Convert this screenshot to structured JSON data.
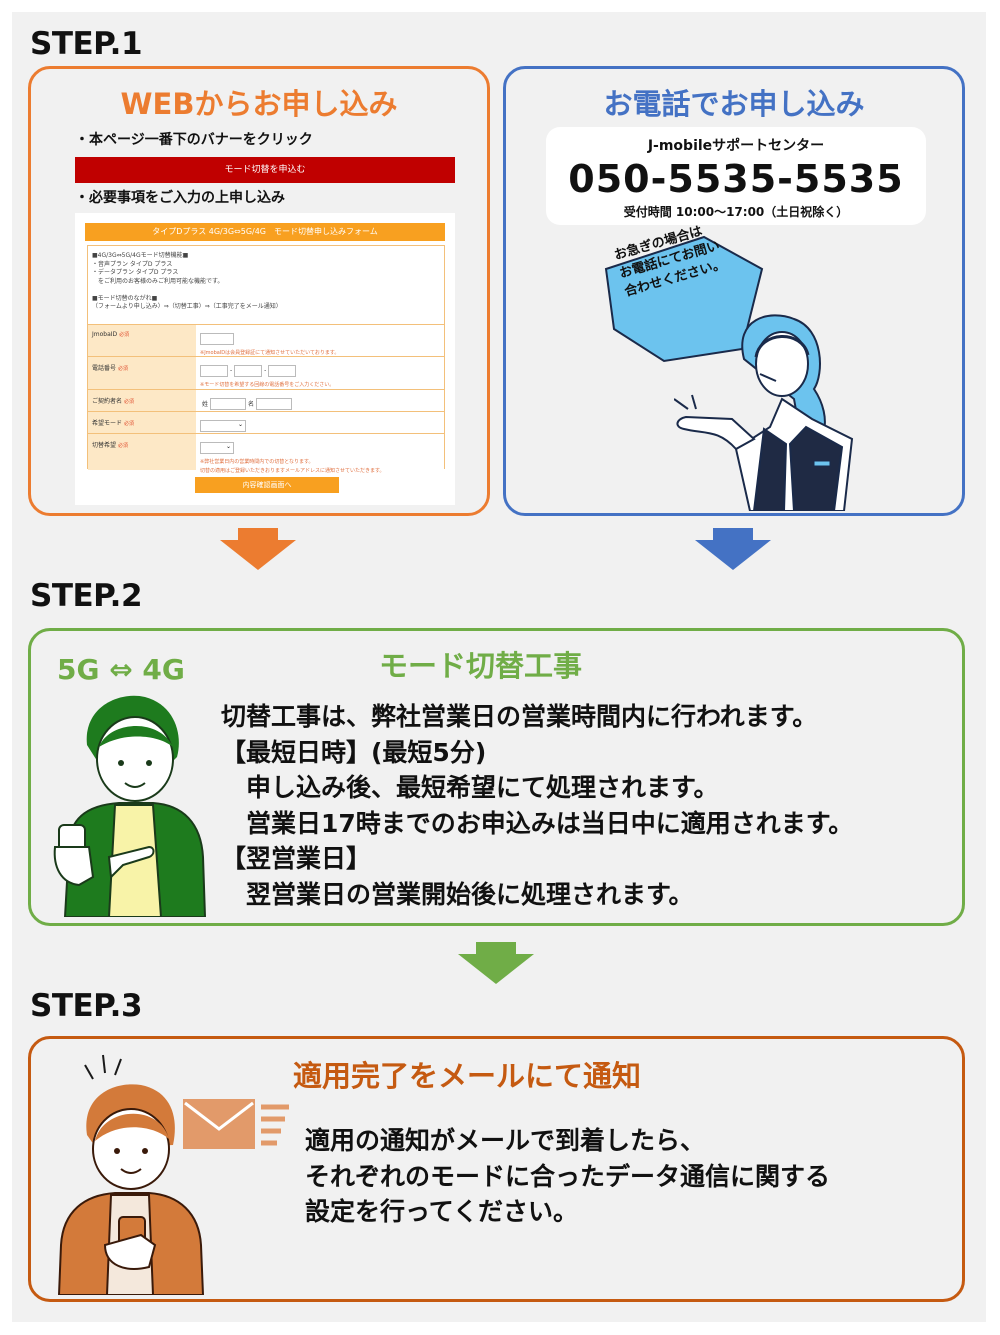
{
  "steps": {
    "step1": "STEP.1",
    "step2": "STEP.2",
    "step3": "STEP.3"
  },
  "web": {
    "title": "WEBからお申し込み",
    "bullet1": "・本ページ一番下のバナーをクリック",
    "banner_label": "モード切替を申込む",
    "bullet2": "・必要事項をご入力の上申し込み",
    "form": {
      "header": "タイプDプラス 4G/3G⇔5G/4G　モード切替申し込みフォーム",
      "info": "■4G/3G⇔5G/4Gモード切替機能■\n・音声プラン タイプD プラス\n・データプラン タイプD プラス\n　をご利用のお客様のみご利用可能な機能です。\n\n■モード切替のながれ■\n（フォームより申し込み）⇒（切替工事）⇒（工事完了をメール通知）",
      "required": "必須",
      "rows": [
        {
          "label": "JmobaID",
          "note": "※JmobaIDは会員登録証にて通知させていただいております。"
        },
        {
          "label": "電話番号",
          "note": "※モード切替を希望する回線の電話番号をご入力ください。"
        },
        {
          "label": "ご契約者名",
          "sei": "姓",
          "mei": "名"
        },
        {
          "label": "希望モード"
        },
        {
          "label": "切替希望",
          "note": "※弊社営業日内の営業時間内での切替となります。",
          "note2": "切替の適用はご登録いただきおりますメールアドレスに通知させていただきます。"
        }
      ],
      "button": "内容確認画面へ"
    }
  },
  "phone": {
    "title": "お電話でお申し込み",
    "center": "J-mobileサポートセンター",
    "number": "050-5535-5535",
    "hours": "受付時間 10:00～17:00（土日祝除く）",
    "bubble_lines": [
      "お急ぎの場合は",
      "お電話にてお問い",
      "合わせください。"
    ]
  },
  "step2": {
    "mode": "5G ⇔ 4G",
    "title": "モード切替工事",
    "lines": [
      "切替工事は、弊社営業日の営業時間内に行われます。",
      "【最短日時】(最短5分)",
      "　申し込み後、最短希望にて処理されます。",
      "　営業日17時までのお申込みは当日中に適用されます。",
      "【翌営業日】",
      "　翌営業日の営業開始後に処理されます。"
    ]
  },
  "step3": {
    "title": "適用完了をメールにて通知",
    "lines": [
      "適用の通知がメールで到着したら、",
      "それぞれのモードに合ったデータ通信に関する",
      "設定を行ってください。"
    ]
  },
  "colors": {
    "orange": "#ec7c30",
    "blue": "#4472c4",
    "green": "#70ad47",
    "brown": "#c55a11"
  }
}
